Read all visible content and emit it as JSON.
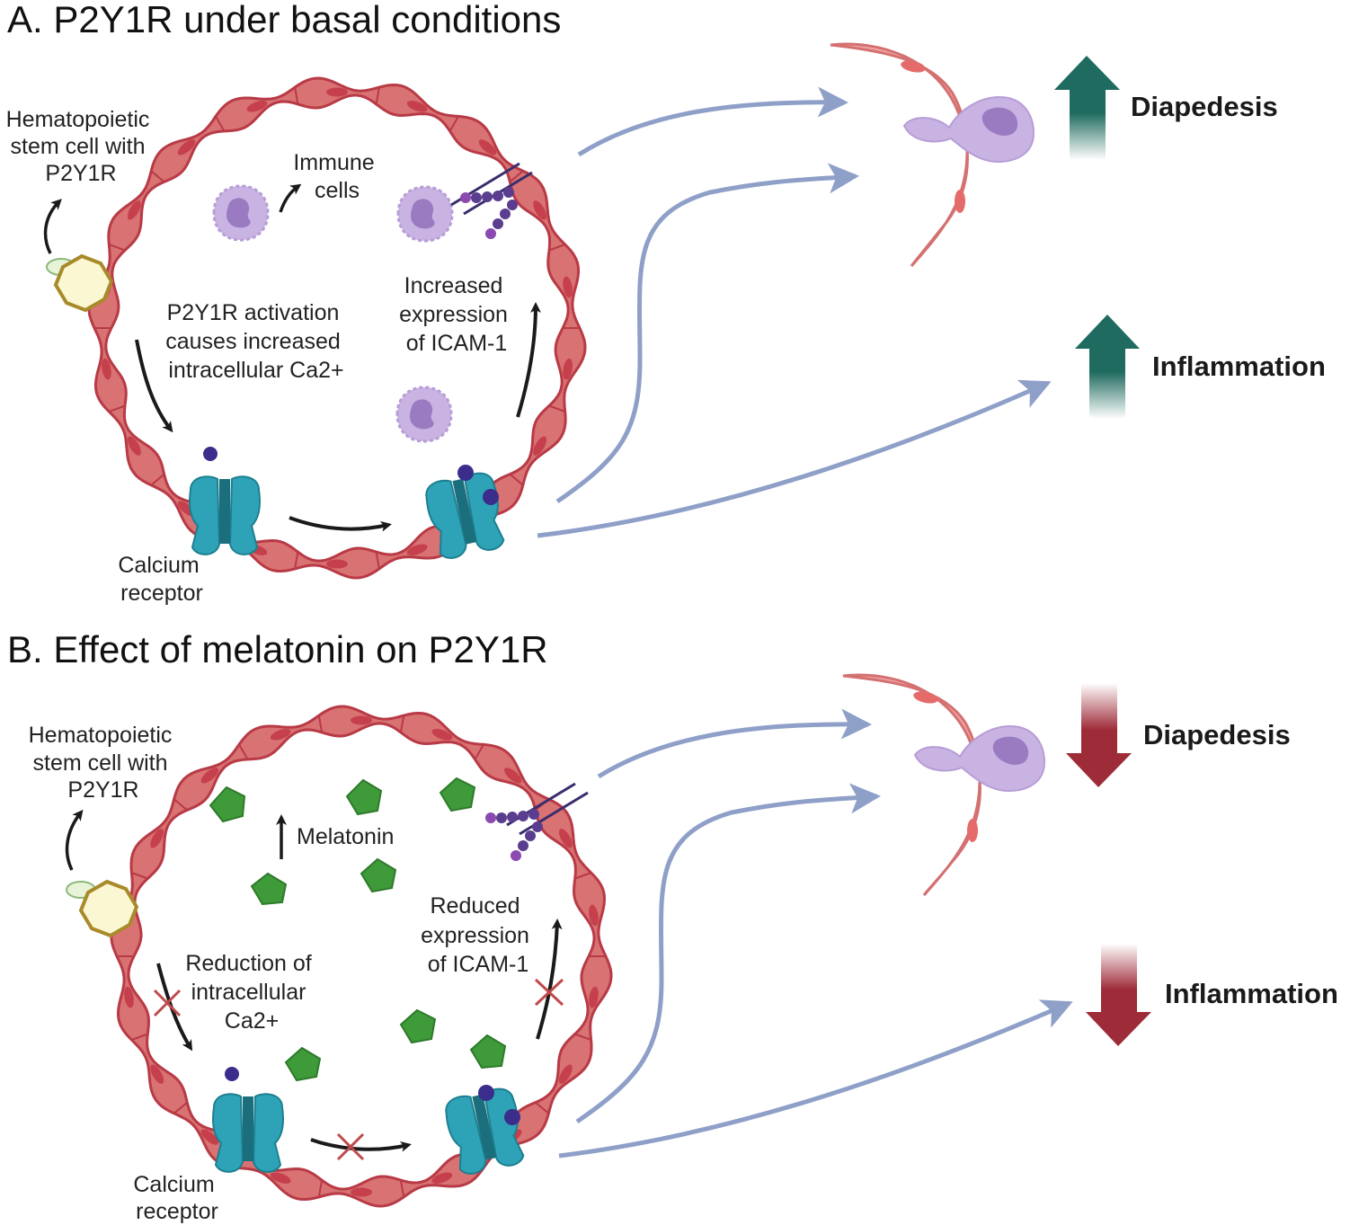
{
  "panels": [
    {
      "title": "A. P2Y1R under basal conditions",
      "hsc_label": [
        "Hematopoietic",
        "stem cell with",
        "P2Y1R"
      ],
      "center_label": [
        "Immune",
        "cells"
      ],
      "activation_label": [
        "P2Y1R activation",
        "causes increased",
        "intracellular Ca2+"
      ],
      "icam_label": [
        "Increased",
        "expression",
        "of ICAM-1"
      ],
      "receptor_label": [
        "Calcium",
        "receptor"
      ],
      "outcomes": [
        {
          "label": "Diapedesis",
          "direction": "up",
          "color": "#1f6b5f"
        },
        {
          "label": "Inflammation",
          "direction": "up",
          "color": "#1f6b5f"
        }
      ]
    },
    {
      "title": "B. Effect of melatonin on P2Y1R",
      "hsc_label": [
        "Hematopoietic",
        "stem cell with",
        "P2Y1R"
      ],
      "center_label": [
        "Melatonin"
      ],
      "activation_label": [
        "Reduction of",
        "intracellular",
        "Ca2+"
      ],
      "icam_label": [
        "Reduced",
        "expression",
        "of ICAM-1"
      ],
      "receptor_label": [
        "Calcium",
        "receptor"
      ],
      "outcomes": [
        {
          "label": "Diapedesis",
          "direction": "down",
          "color": "#9e2b38"
        },
        {
          "label": "Inflammation",
          "direction": "down",
          "color": "#9e2b38"
        }
      ]
    }
  ],
  "colors": {
    "vessel": "#d97272",
    "vessel_edge": "#b83a46",
    "nucleus": "#c5404c",
    "immune_cell": "#c9b3e3",
    "receptor": "#2ea3b8",
    "calcium_ion": "#3a2d8c",
    "melatonin": "#3f9a3a",
    "flow_arrow": "#8e9fc8",
    "hsc": "#fbf7d2",
    "blocked": "#c0494b"
  },
  "icons": {
    "vessel": "blood-vessel-icon",
    "immune": "immune-cell-icon",
    "receptor": "calcium-receptor-icon",
    "ion": "calcium-ion-icon",
    "hsc": "stem-cell-icon",
    "melatonin": "melatonin-molecule-icon",
    "icam": "icam-1-molecule-icon",
    "endothelium": "endothelial-cell-icon",
    "block": "blocked-x-icon"
  }
}
